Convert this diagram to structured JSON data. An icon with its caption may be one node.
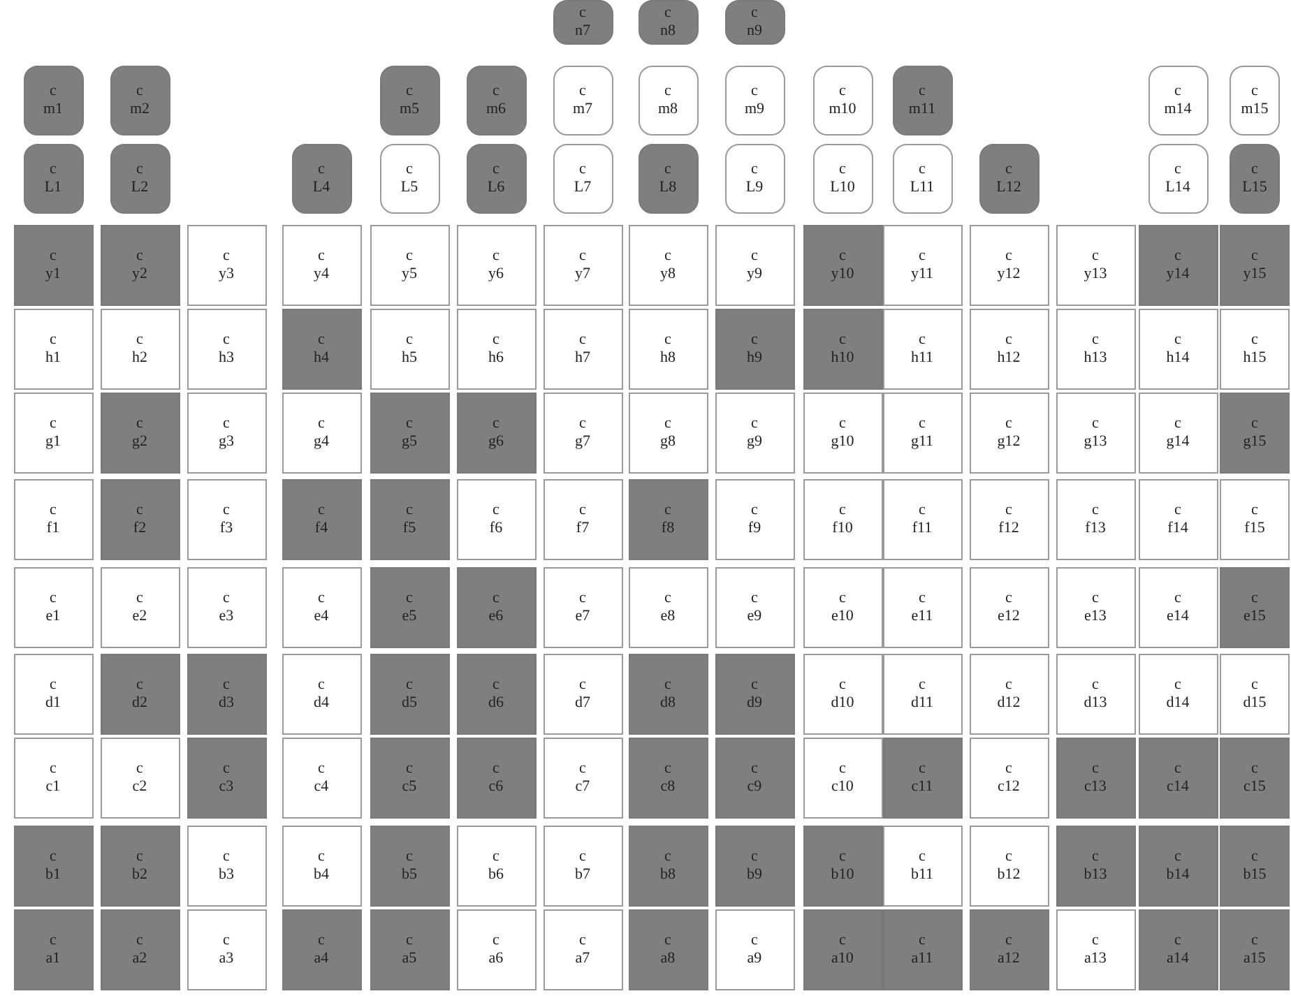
{
  "diagram": {
    "nodes": [
      {
        "text": [
          "c",
          "n7"
        ]
      },
      {
        "text": [
          "c",
          "n8"
        ]
      },
      {
        "text": [
          "c",
          "n9"
        ]
      },
      {
        "text": [
          "c",
          "m1"
        ]
      },
      {
        "text": [
          "c",
          "m2"
        ]
      },
      {
        "text": [
          "c",
          "m5"
        ]
      },
      {
        "text": [
          "c",
          "m6"
        ]
      },
      {
        "text": [
          "c",
          "m7"
        ]
      },
      {
        "text": [
          "c",
          "m8"
        ]
      },
      {
        "text": [
          "c",
          "m9"
        ]
      },
      {
        "text": [
          "c",
          "m10"
        ]
      },
      {
        "text": [
          "c",
          "m11"
        ]
      },
      {
        "text": [
          "c",
          "m14"
        ]
      },
      {
        "text": [
          "c",
          "m15"
        ]
      },
      {
        "text": [
          "c",
          "L1"
        ]
      },
      {
        "text": [
          "c",
          "L2"
        ]
      },
      {
        "text": [
          "c",
          "L4"
        ]
      },
      {
        "text": [
          "c",
          "L5"
        ]
      },
      {
        "text": [
          "c",
          "L6"
        ]
      },
      {
        "text": [
          "c",
          "L7"
        ]
      },
      {
        "text": [
          "c",
          "L8"
        ]
      },
      {
        "text": [
          "c",
          "L9"
        ]
      },
      {
        "text": [
          "c",
          "L10"
        ]
      },
      {
        "text": [
          "c",
          "L11"
        ]
      },
      {
        "text": [
          "c",
          "L12"
        ]
      },
      {
        "text": [
          "c",
          "L14"
        ]
      },
      {
        "text": [
          "c",
          "L15"
        ]
      },
      {
        "text": [
          "c",
          "y1"
        ]
      },
      {
        "text": [
          "c",
          "y2"
        ]
      },
      {
        "text": [
          "c",
          "y3"
        ]
      },
      {
        "text": [
          "c",
          "y4"
        ]
      },
      {
        "text": [
          "c",
          "y5"
        ]
      },
      {
        "text": [
          "c",
          "y6"
        ]
      },
      {
        "text": [
          "c",
          "y7"
        ]
      },
      {
        "text": [
          "c",
          "y8"
        ]
      },
      {
        "text": [
          "c",
          "y9"
        ]
      },
      {
        "text": [
          "c",
          "y10"
        ]
      },
      {
        "text": [
          "c",
          "y11"
        ]
      },
      {
        "text": [
          "c",
          "y12"
        ]
      },
      {
        "text": [
          "c",
          "y13"
        ]
      },
      {
        "text": [
          "c",
          "y14"
        ]
      },
      {
        "text": [
          "c",
          "y15"
        ]
      },
      {
        "text": [
          "c",
          "h1"
        ]
      },
      {
        "text": [
          "c",
          "h2"
        ]
      },
      {
        "text": [
          "c",
          "h3"
        ]
      },
      {
        "text": [
          "c",
          "h4"
        ]
      },
      {
        "text": [
          "c",
          "h5"
        ]
      },
      {
        "text": [
          "c",
          "h6"
        ]
      },
      {
        "text": [
          "c",
          "h7"
        ]
      },
      {
        "text": [
          "c",
          "h8"
        ]
      },
      {
        "text": [
          "c",
          "h9"
        ]
      },
      {
        "text": [
          "c",
          "h10"
        ]
      },
      {
        "text": [
          "c",
          "h11"
        ]
      },
      {
        "text": [
          "c",
          "h12"
        ]
      },
      {
        "text": [
          "c",
          "h13"
        ]
      },
      {
        "text": [
          "c",
          "h14"
        ]
      },
      {
        "text": [
          "c",
          "h15"
        ]
      },
      {
        "text": [
          "c",
          "g1"
        ]
      },
      {
        "text": [
          "c",
          "g2"
        ]
      },
      {
        "text": [
          "c",
          "g3"
        ]
      },
      {
        "text": [
          "c",
          "g4"
        ]
      },
      {
        "text": [
          "c",
          "g5"
        ]
      },
      {
        "text": [
          "c",
          "g6"
        ]
      },
      {
        "text": [
          "c",
          "g7"
        ]
      },
      {
        "text": [
          "c",
          "g8"
        ]
      },
      {
        "text": [
          "c",
          "g9"
        ]
      },
      {
        "text": [
          "c",
          "g10"
        ]
      },
      {
        "text": [
          "c",
          "g11"
        ]
      },
      {
        "text": [
          "c",
          "g12"
        ]
      },
      {
        "text": [
          "c",
          "g13"
        ]
      },
      {
        "text": [
          "c",
          "g14"
        ]
      },
      {
        "text": [
          "c",
          "g15"
        ]
      },
      {
        "text": [
          "c",
          "f1"
        ]
      },
      {
        "text": [
          "c",
          "f2"
        ]
      },
      {
        "text": [
          "c",
          "f3"
        ]
      },
      {
        "text": [
          "c",
          "f4"
        ]
      },
      {
        "text": [
          "c",
          "f5"
        ]
      },
      {
        "text": [
          "c",
          "f6"
        ]
      },
      {
        "text": [
          "c",
          "f7"
        ]
      },
      {
        "text": [
          "c",
          "f8"
        ]
      },
      {
        "text": [
          "c",
          "f9"
        ]
      },
      {
        "text": [
          "c",
          "f10"
        ]
      },
      {
        "text": [
          "c",
          "f11"
        ]
      },
      {
        "text": [
          "c",
          "f12"
        ]
      },
      {
        "text": [
          "c",
          "f13"
        ]
      },
      {
        "text": [
          "c",
          "f14"
        ]
      },
      {
        "text": [
          "c",
          "f15"
        ]
      },
      {
        "text": [
          "c",
          "e1"
        ]
      },
      {
        "text": [
          "c",
          "e2"
        ]
      },
      {
        "text": [
          "c",
          "e3"
        ]
      },
      {
        "text": [
          "c",
          "e4"
        ]
      },
      {
        "text": [
          "c",
          "e5"
        ]
      },
      {
        "text": [
          "c",
          "e6"
        ]
      },
      {
        "text": [
          "c",
          "e7"
        ]
      },
      {
        "text": [
          "c",
          "e8"
        ]
      },
      {
        "text": [
          "c",
          "e9"
        ]
      },
      {
        "text": [
          "c",
          "e10"
        ]
      },
      {
        "text": [
          "c",
          "e11"
        ]
      },
      {
        "text": [
          "c",
          "e12"
        ]
      },
      {
        "text": [
          "c",
          "e13"
        ]
      },
      {
        "text": [
          "c",
          "e14"
        ]
      },
      {
        "text": [
          "c",
          "e15"
        ]
      },
      {
        "text": [
          "c",
          "d1"
        ]
      },
      {
        "text": [
          "c",
          "d2"
        ]
      },
      {
        "text": [
          "c",
          "d3"
        ]
      },
      {
        "text": [
          "c",
          "d4"
        ]
      },
      {
        "text": [
          "c",
          "d5"
        ]
      },
      {
        "text": [
          "c",
          "d6"
        ]
      },
      {
        "text": [
          "c",
          "d7"
        ]
      },
      {
        "text": [
          "c",
          "d8"
        ]
      },
      {
        "text": [
          "c",
          "d9"
        ]
      },
      {
        "text": [
          "c",
          "d10"
        ]
      },
      {
        "text": [
          "c",
          "d11"
        ]
      },
      {
        "text": [
          "c",
          "d12"
        ]
      },
      {
        "text": [
          "c",
          "d13"
        ]
      },
      {
        "text": [
          "c",
          "d14"
        ]
      },
      {
        "text": [
          "c",
          "d15"
        ]
      },
      {
        "text": [
          "c",
          "c1"
        ]
      },
      {
        "text": [
          "c",
          "c2"
        ]
      },
      {
        "text": [
          "c",
          "c3"
        ]
      },
      {
        "text": [
          "c",
          "c4"
        ]
      },
      {
        "text": [
          "c",
          "c5"
        ]
      },
      {
        "text": [
          "c",
          "c6"
        ]
      },
      {
        "text": [
          "c",
          "c7"
        ]
      },
      {
        "text": [
          "c",
          "c8"
        ]
      },
      {
        "text": [
          "c",
          "c9"
        ]
      },
      {
        "text": [
          "c",
          "c10"
        ]
      },
      {
        "text": [
          "c",
          "c11"
        ]
      },
      {
        "text": [
          "c",
          "c12"
        ]
      },
      {
        "text": [
          "c",
          "c13"
        ]
      },
      {
        "text": [
          "c",
          "c14"
        ]
      },
      {
        "text": [
          "c",
          "c15"
        ]
      },
      {
        "text": [
          "c",
          "b1"
        ]
      },
      {
        "text": [
          "c",
          "b2"
        ]
      },
      {
        "text": [
          "c",
          "b3"
        ]
      },
      {
        "text": [
          "c",
          "b4"
        ]
      },
      {
        "text": [
          "c",
          "b5"
        ]
      },
      {
        "text": [
          "c",
          "b6"
        ]
      },
      {
        "text": [
          "c",
          "b7"
        ]
      },
      {
        "text": [
          "c",
          "b8"
        ]
      },
      {
        "text": [
          "c",
          "b9"
        ]
      },
      {
        "text": [
          "c",
          "b10"
        ]
      },
      {
        "text": [
          "c",
          "b11"
        ]
      },
      {
        "text": [
          "c",
          "b12"
        ]
      },
      {
        "text": [
          "c",
          "b13"
        ]
      },
      {
        "text": [
          "c",
          "b14"
        ]
      },
      {
        "text": [
          "c",
          "b15"
        ]
      },
      {
        "text": [
          "c",
          "a1"
        ]
      },
      {
        "text": [
          "c",
          "a2"
        ]
      },
      {
        "text": [
          "c",
          "a3"
        ]
      },
      {
        "text": [
          "c",
          "a4"
        ]
      },
      {
        "text": [
          "c",
          "a5"
        ]
      },
      {
        "text": [
          "c",
          "a6"
        ]
      },
      {
        "text": [
          "c",
          "a7"
        ]
      },
      {
        "text": [
          "c",
          "a8"
        ]
      },
      {
        "text": [
          "c",
          "a9"
        ]
      },
      {
        "text": [
          "c",
          "a10"
        ]
      },
      {
        "text": [
          "c",
          "a11"
        ]
      },
      {
        "text": [
          "c",
          "a12"
        ]
      },
      {
        "text": [
          "c",
          "a13"
        ]
      },
      {
        "text": [
          "c",
          "a14"
        ]
      },
      {
        "text": [
          "c",
          "a15"
        ]
      }
    ]
  }
}
